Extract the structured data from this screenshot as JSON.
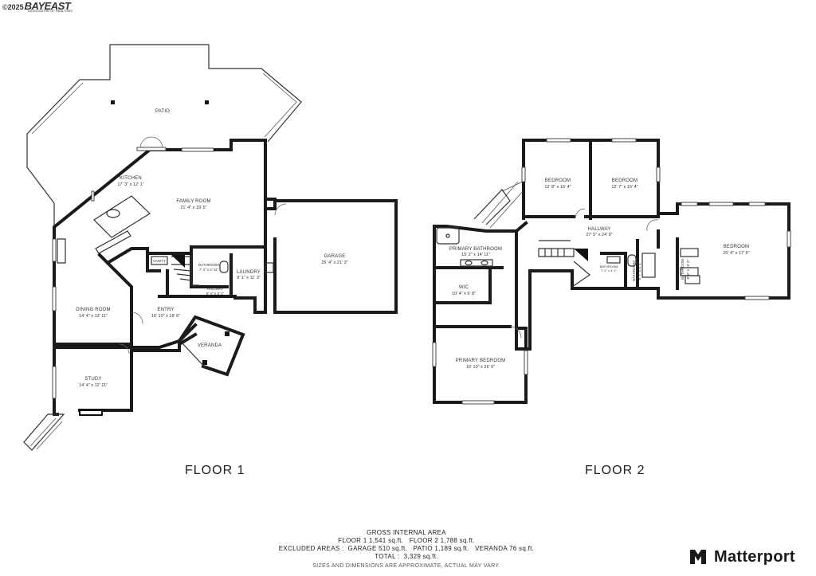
{
  "watermark": {
    "year": "©2025",
    "brand": "BAYEAST",
    "tagline": "ASSOCIATION OF REALTORS"
  },
  "floor1": {
    "title": "FLOOR 1",
    "rooms": {
      "patio": {
        "name": "PATIO",
        "dims": ""
      },
      "kitchen": {
        "name": "KITCHEN",
        "dims": "17' 3\" x 12' 1\""
      },
      "family": {
        "name": "FAMILY ROOM",
        "dims": "21' 4\" x 19' 5\""
      },
      "garage": {
        "name": "GARAGE",
        "dims": "25' 4\" x 21' 3\""
      },
      "bathroom": {
        "name": "BATHROOM",
        "dims": "7' 4\" x 4' 11\""
      },
      "vanity": {
        "name": "VANITY",
        "dims": ""
      },
      "laundry": {
        "name": "LAUNDRY",
        "dims": "9' 1\" x 11' 3\""
      },
      "hallway": {
        "name": "HALLWAY",
        "dims": "9' 4\" x 3' 1\""
      },
      "dining": {
        "name": "DINING ROOM",
        "dims": "14' 4\" x 13' 11\""
      },
      "entry": {
        "name": "ENTRY",
        "dims": "16' 10\" x 18' 6\""
      },
      "veranda": {
        "name": "VERANDA",
        "dims": ""
      },
      "study": {
        "name": "STUDY",
        "dims": "14' 4\" x 12' 11\""
      }
    }
  },
  "floor2": {
    "title": "FLOOR 2",
    "rooms": {
      "bedroom1": {
        "name": "BEDROOM",
        "dims": "12' 8\" x 15' 4\""
      },
      "bedroom2": {
        "name": "BEDROOM",
        "dims": "12' 7\" x 15' 4\""
      },
      "hallway": {
        "name": "HALLWAY",
        "dims": "27' 5\" x 24' 9\""
      },
      "bedroom3": {
        "name": "BEDROOM",
        "dims": "25' 4\" x 17' 6\""
      },
      "primary_bath": {
        "name": "PRIMARY BATHROOM",
        "dims": "15' 2\" x 14' 11\""
      },
      "wic": {
        "name": "WIC",
        "dims": "10' 4\" x 6' 8\""
      },
      "bath2": {
        "name": "BATHROOM",
        "dims": "7' 2\" x 4' 1\""
      },
      "bath3": {
        "name": "BATHROOM",
        "dims": "6' 7\" x 4' 4\""
      },
      "bath4": {
        "name": "BATHROOM",
        "dims": "8' 6\" x 10' 6\""
      },
      "primary_bed": {
        "name": "PRIMARY BEDROOM",
        "dims": "16' 10\" x 26' 0\""
      }
    }
  },
  "summary": {
    "heading": "GROSS INTERNAL AREA",
    "line1": "FLOOR 1 1,541 sq.ft.   FLOOR 2 1,788 sq.ft.",
    "line2": "EXCLUDED AREAS :  GARAGE 510 sq.ft.   PATIO 1,189 sq.ft.   VERANDA 76 sq.ft.",
    "line3": "TOTAL :  3,329 sq.ft.",
    "disclaimer": "SIZES AND DIMENSIONS ARE APPROXIMATE, ACTUAL MAY VARY."
  },
  "brand": {
    "name": "Matterport",
    "icon": "matterport-logo-icon"
  }
}
